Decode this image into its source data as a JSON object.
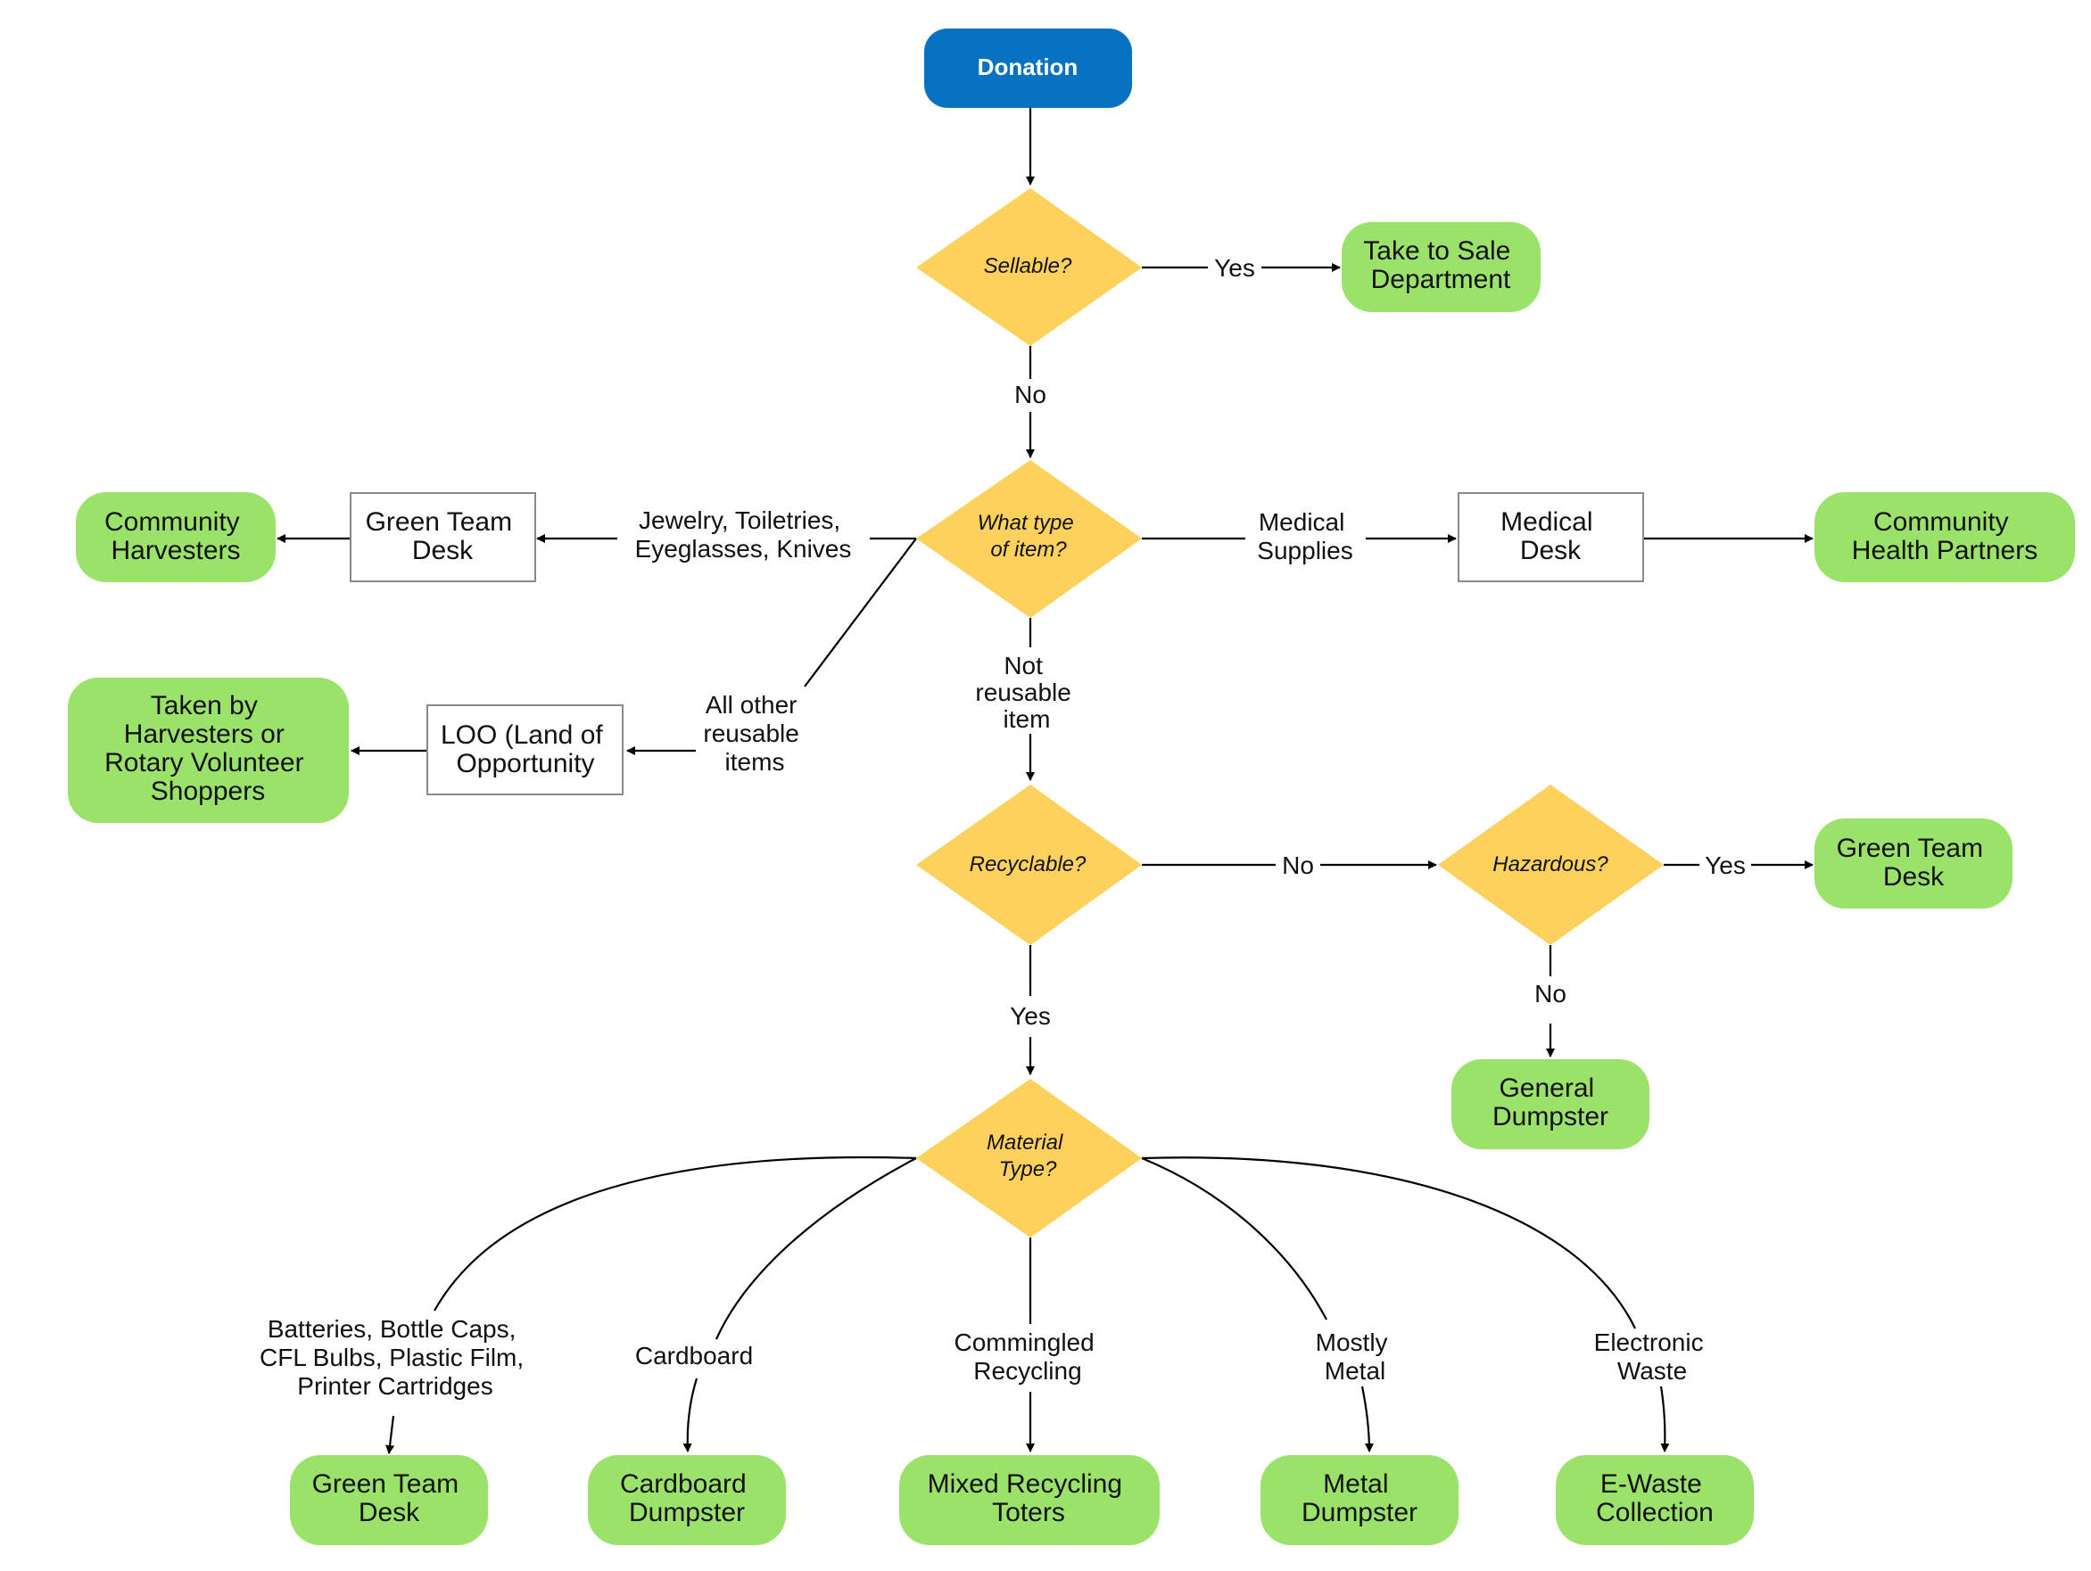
{
  "colors": {
    "start_fill": "#0872c2",
    "decision_fill": "#fdd15c",
    "terminal_fill": "#9be26b",
    "process_fill": "#ffffff",
    "process_stroke": "#8a8a8a",
    "line": "#000000"
  },
  "nodes": {
    "donation": "Donation",
    "sellable": "Sellable?",
    "sale": [
      "Take to Sale",
      "Department"
    ],
    "item_type": [
      "What type",
      "of item?"
    ],
    "green_desk_1": [
      "Green Team",
      "Desk"
    ],
    "harvesters": [
      "Community",
      "Harvesters"
    ],
    "medical_desk": [
      "Medical",
      "Desk"
    ],
    "health_partners": [
      "Community",
      "Health Partners"
    ],
    "loo": [
      "LOO (Land of",
      "Opportunity"
    ],
    "taken_by": [
      "Taken by",
      "Harvesters or",
      "Rotary Volunteer",
      "Shoppers"
    ],
    "recyclable": "Recyclable?",
    "hazardous": "Hazardous?",
    "green_desk_2": [
      "Green Team",
      "Desk"
    ],
    "general_dumpster": [
      "General",
      "Dumpster"
    ],
    "material": [
      "Material",
      "Type?"
    ],
    "green_desk_3": [
      "Green Team",
      "Desk"
    ],
    "cardboard_dumpster": [
      "Cardboard",
      "Dumpster"
    ],
    "mixed_toters": [
      "Mixed Recycling",
      "Toters"
    ],
    "metal_dumpster": [
      "Metal",
      "Dumpster"
    ],
    "ewaste": [
      "E-Waste",
      "Collection"
    ]
  },
  "edges": {
    "sellable_yes": "Yes",
    "sellable_no": "No",
    "jewelry": [
      "Jewelry, Toiletries,",
      "Eyeglasses, Knives"
    ],
    "medical": [
      "Medical",
      "Supplies"
    ],
    "other_reusable": [
      "All other",
      "reusable",
      "items"
    ],
    "not_reusable": [
      "Not",
      "reusable",
      "item"
    ],
    "recyclable_no": "No",
    "recyclable_yes": "Yes",
    "hazardous_yes": "Yes",
    "hazardous_no": "No",
    "batteries": [
      "Batteries, Bottle Caps,",
      "CFL Bulbs, Plastic Film,",
      "Printer Cartridges"
    ],
    "cardboard": "Cardboard",
    "commingled": [
      "Commingled",
      "Recycling"
    ],
    "metal": [
      "Mostly",
      "Metal"
    ],
    "electronic": [
      "Electronic",
      "Waste"
    ]
  }
}
